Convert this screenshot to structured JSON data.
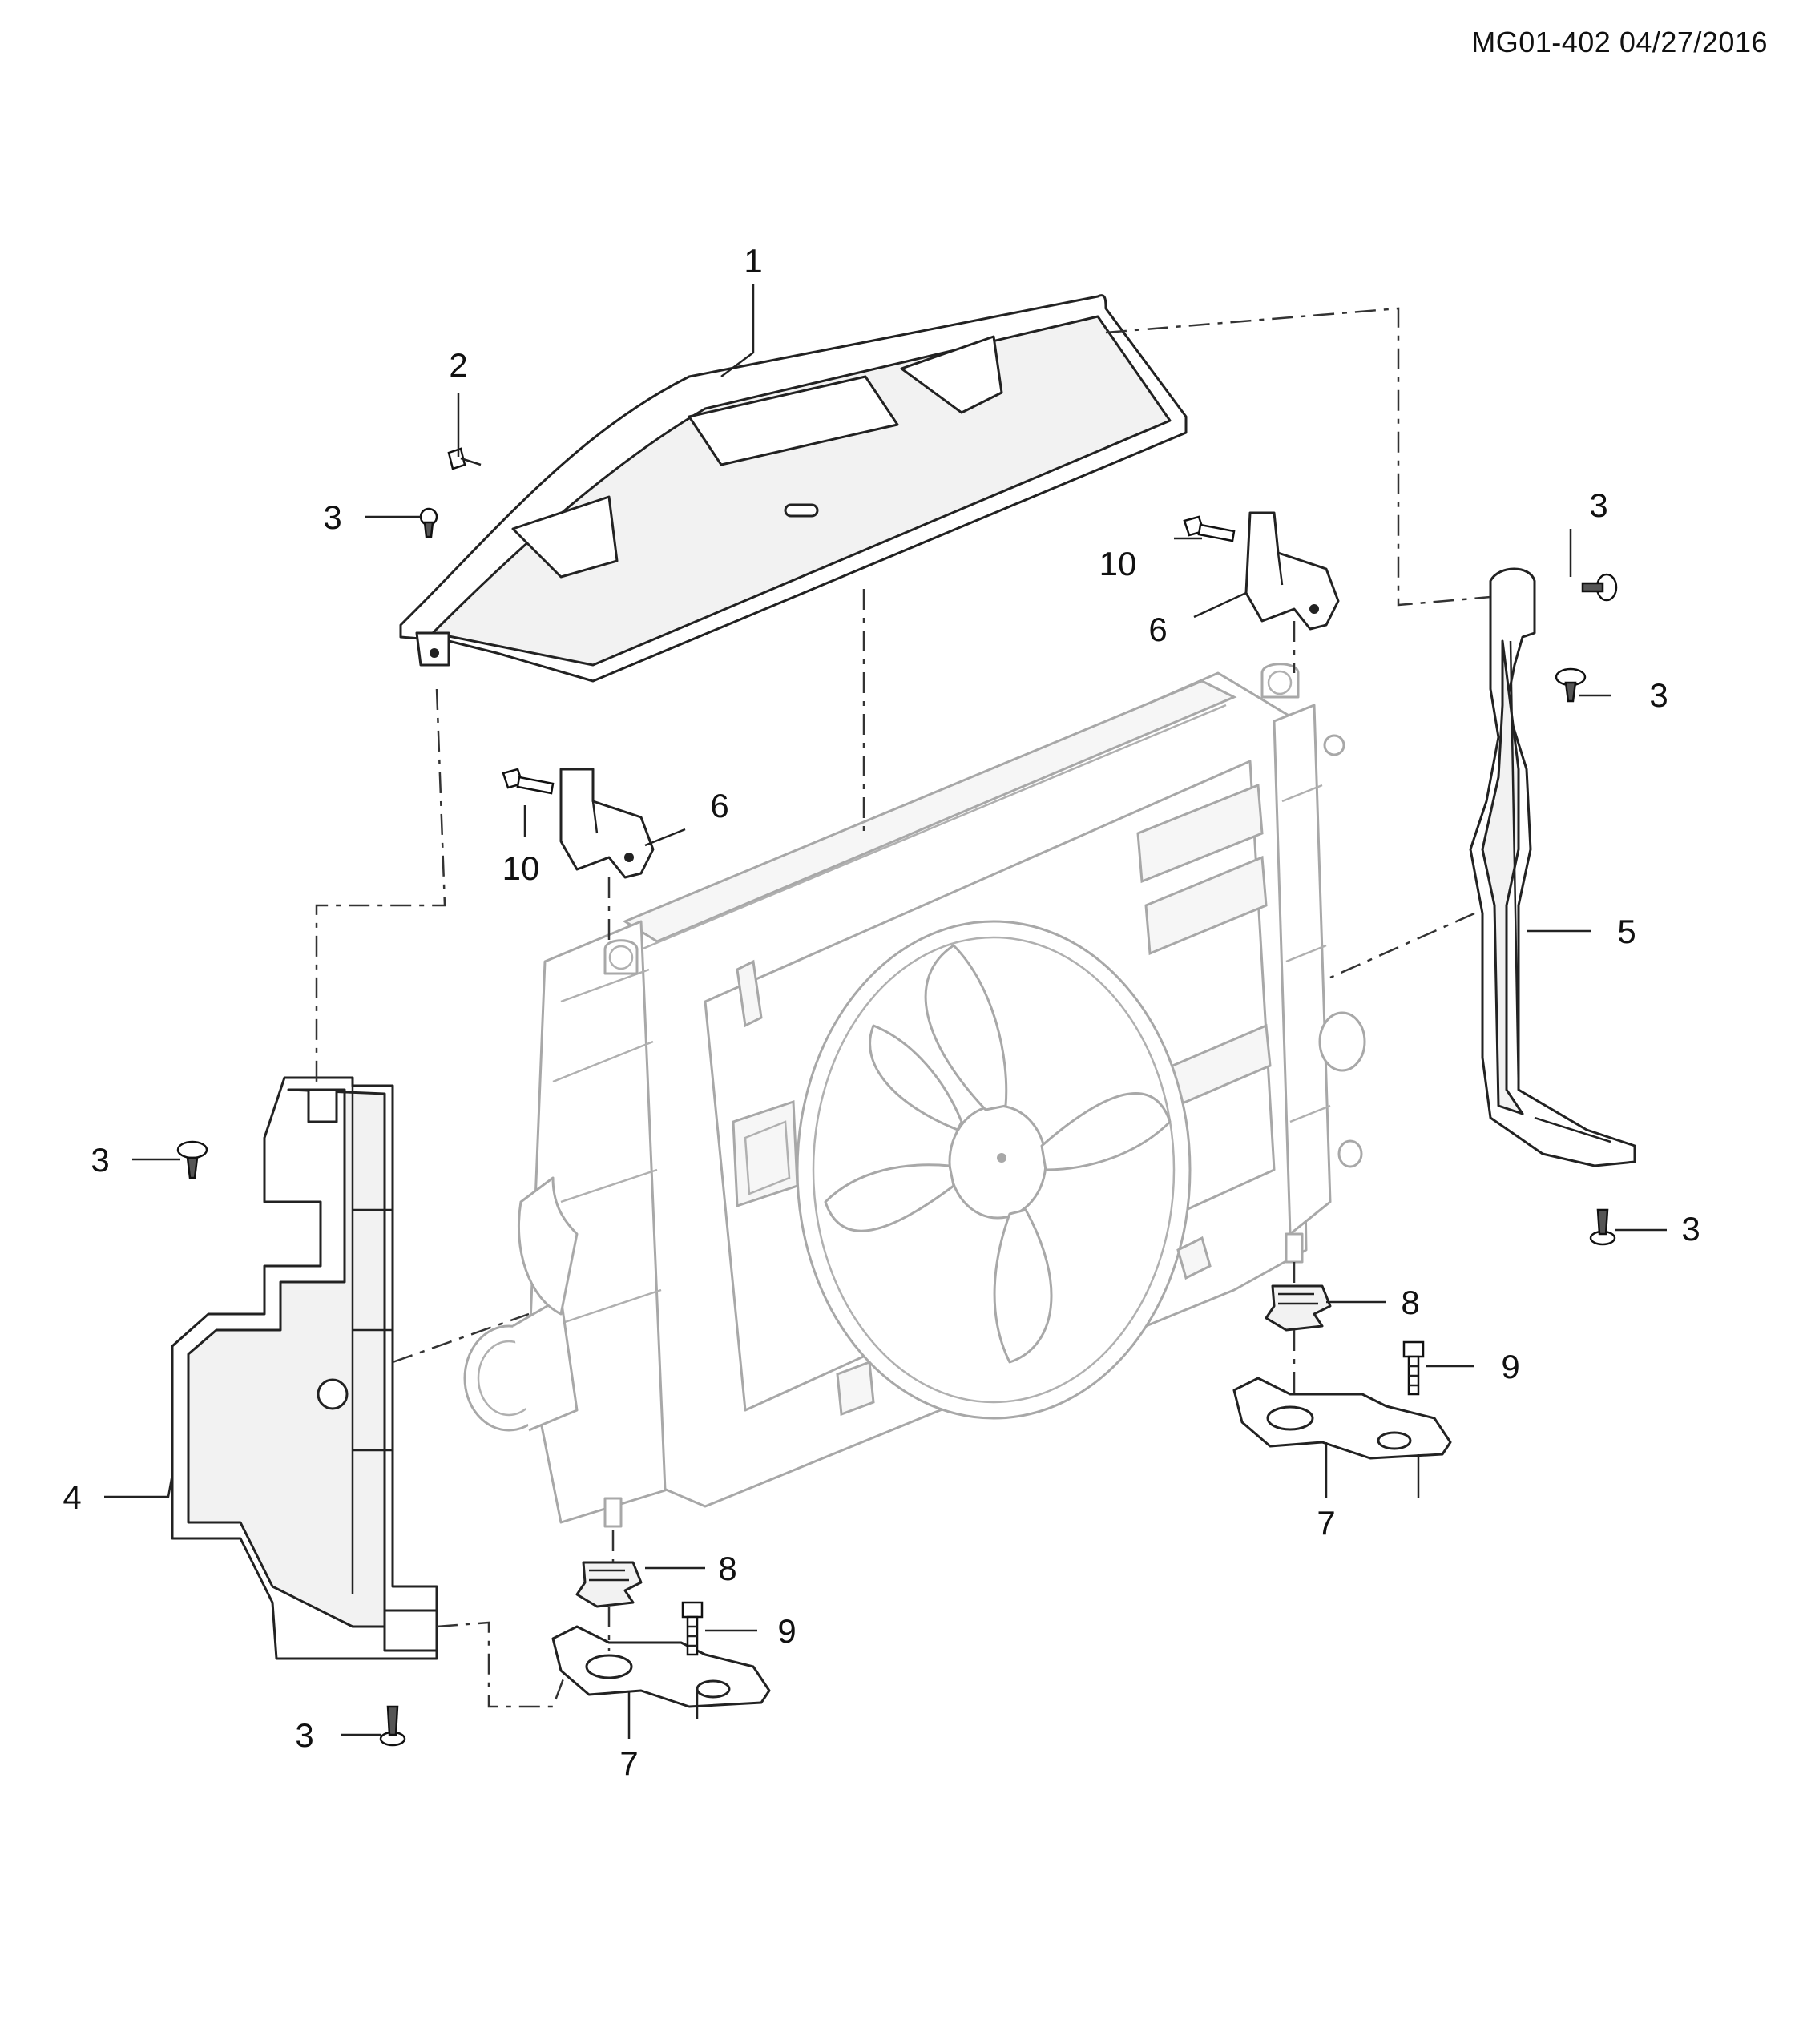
{
  "header": {
    "code": "MG01-402 04/27/2016"
  },
  "callouts": {
    "c1": "1",
    "c2": "2",
    "c3a": "3",
    "c3b": "3",
    "c3c": "3",
    "c3d": "3",
    "c3e": "3",
    "c3f": "3",
    "c4": "4",
    "c5": "5",
    "c6a": "6",
    "c6b": "6",
    "c7a": "7",
    "c7b": "7",
    "c8a": "8",
    "c8b": "8",
    "c9a": "9",
    "c9b": "9",
    "c10a": "10",
    "c10b": "10"
  }
}
